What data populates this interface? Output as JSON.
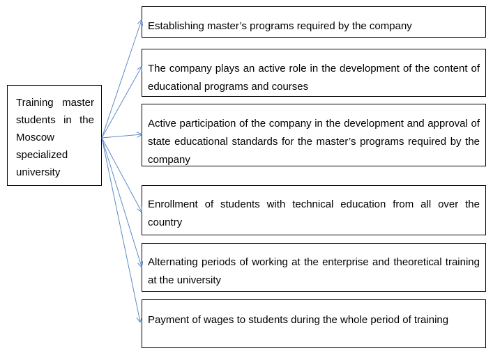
{
  "source": {
    "label": "Training master students in the Moscow specialized university"
  },
  "targets": [
    {
      "label": "Establishing master’s programs required by the company"
    },
    {
      "label": "The company plays an active role in the development of the content of educational programs and courses"
    },
    {
      "label": "Active participation of the company in the development and approval of state educational standards for the master’s programs required by the company"
    },
    {
      "label": "Enrollment of students with technical education from all over the country"
    },
    {
      "label": "Alternating periods of working at the enterprise and theoretical training at the university"
    },
    {
      "label": "Payment of wages to students during the whole period of training"
    }
  ],
  "colors": {
    "arrow": "#5b8bc9",
    "border": "#000000"
  }
}
